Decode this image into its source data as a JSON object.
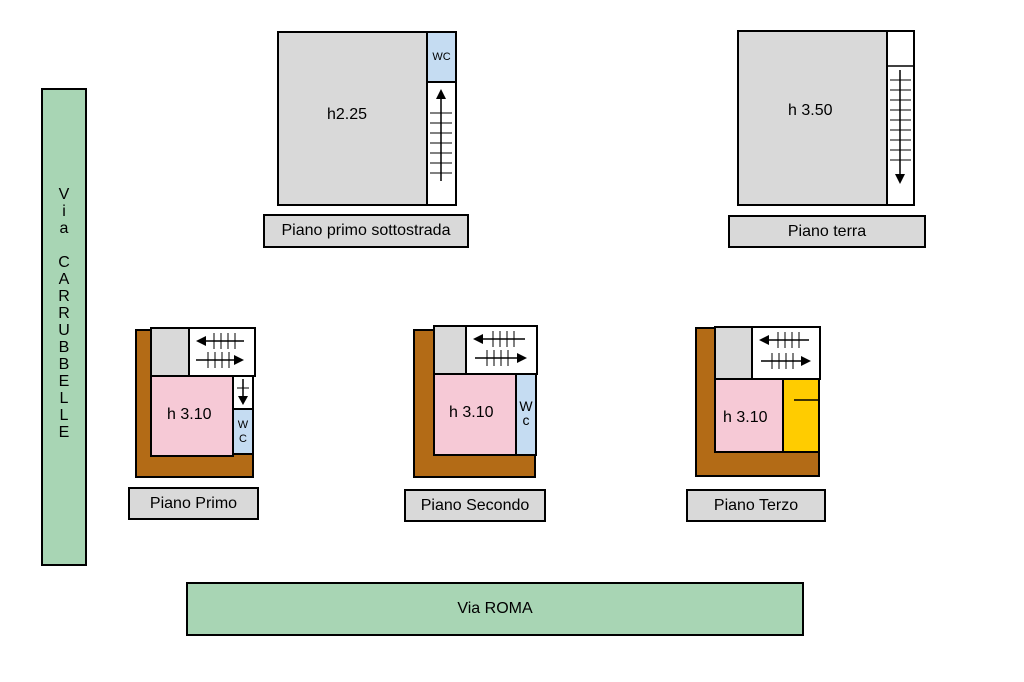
{
  "streets": {
    "vertical": {
      "name_top": "Via",
      "name_bottom": "CARRUBBELLE"
    },
    "horizontal": {
      "name": "Via ROMA"
    }
  },
  "floors": {
    "sottostrada": {
      "label": "Piano primo sottostrada",
      "height": "h2.25",
      "wc": "WC"
    },
    "terra": {
      "label": "Piano terra",
      "height": "h 3.50"
    },
    "primo": {
      "label": "Piano Primo",
      "height": "h 3.10",
      "wc_top": "W",
      "wc_bottom": "C"
    },
    "secondo": {
      "label": "Piano Secondo",
      "height": "h 3.10",
      "wc_top": "W",
      "wc_bottom": "c"
    },
    "terzo": {
      "label": "Piano Terzo",
      "height": "h 3.10"
    }
  },
  "colors": {
    "street": "#a8d5b4",
    "room": "#d9d9d9",
    "main_room": "#f6c9d6",
    "wc": "#c5dcf2",
    "terrace": "#b36b16",
    "yellow_room": "#ffcc00"
  }
}
